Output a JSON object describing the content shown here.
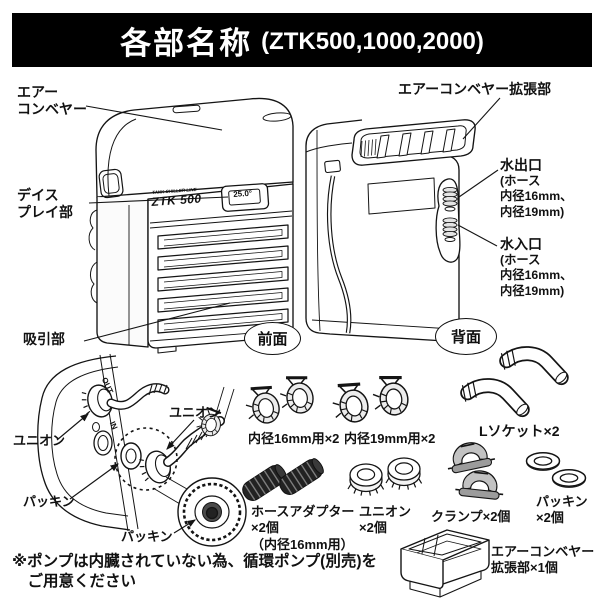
{
  "header": {
    "title": "各部名称",
    "models": "(ZTK500,1000,2000)"
  },
  "front_unit": {
    "badge": "前面",
    "brand_small": "TANK CHILLER LINE",
    "brand_model": "ZTK 500",
    "display_value": "25.0°",
    "label_air_conveyor": "エアー\nコンベヤー",
    "label_display": "デイス\nプレイ部",
    "label_suction": "吸引部"
  },
  "rear_unit": {
    "badge": "背面",
    "label_air_conveyor_ext": "エアーコンベヤー拡張部",
    "water_outlet": {
      "title": "水出口",
      "detail": "(ホース\n内径16mm、\n内径19mm)"
    },
    "water_inlet": {
      "title": "水入口",
      "detail": "(ホース\n内径16mm、\n内径19mm)"
    }
  },
  "hose_assembly": {
    "port_out": "OUT",
    "port_in": "IN",
    "label_union_left": "ユニオン",
    "label_union_right": "ユニオン",
    "label_packing_left": "パッキン",
    "label_packing_zoom": "パッキン"
  },
  "accessories": {
    "clamp_16mm": "内径16mm用×2",
    "clamp_19mm": "内径19mm用×2",
    "l_socket": "Lソケット×2",
    "hose_adapter": "ホースアダプター\n×2個\n（内径16mm用）",
    "union": "ユニオン\n×2個",
    "clamp": "クランプ×2個",
    "packing": "パッキン\n×2個",
    "air_conveyor_ext": "エアーコンベヤー\n拡張部×1個"
  },
  "note": "※ポンプは内臓されていない為、循環ポンプ(別売)を\n　ご用意ください",
  "colors": {
    "header_bg": "#000000",
    "header_text": "#ffffff",
    "line": "#141414",
    "background": "#ffffff"
  }
}
